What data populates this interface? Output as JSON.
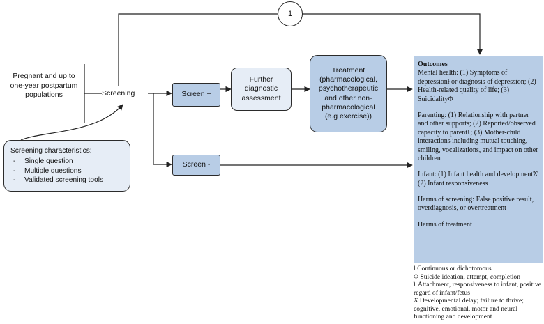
{
  "population": "Pregnant and up to one-year postpartum populations",
  "screening": "Screening",
  "screen_pos": "Screen +",
  "screen_neg": "Screen -",
  "further": "Further diagnostic assessment",
  "treatment": "Treatment (pharmacological, psychotherapeutic and other non-pharmacological (e.g exercise))",
  "circle_label": "1",
  "screening_characteristics": {
    "title": "Screening characteristics:",
    "items": [
      "Single question",
      "Multiple questions",
      "Validated screening tools"
    ]
  },
  "outcomes": {
    "title": "Outcomes",
    "mental": "Mental health: (1) Symptoms of depressionł or diagnosis of depression; (2) Health-related quality of life; (3) SuicidalityΦ",
    "parenting": "Parenting: (1) Relationship with partner and other supports; (2) Reported/observed capacity to parentʅ; (3) Mother-child interactions including mutual touching, smiling, vocalizations, and impact on other children",
    "infant": "Infant: (1) Infant health and developmentϪ (2) Infant responsiveness",
    "harms_screening": "Harms of screening: False positive result, overdiagnosis, or overtreatment",
    "harms_treatment": "Harms of treatment"
  },
  "footnotes": [
    "ł Continuous or dichotomous",
    "Φ Suicide ideation, attempt, completion",
    "ʅ Attachment, responsiveness to infant, positive regard of infant/fetus",
    "Ϫ Developmental delay; failure to thrive; cognitive, emotional, motor and neural functioning and development"
  ],
  "colors": {
    "light_box": "#e6edf6",
    "dark_box": "#b8cde6",
    "line": "#222222"
  }
}
